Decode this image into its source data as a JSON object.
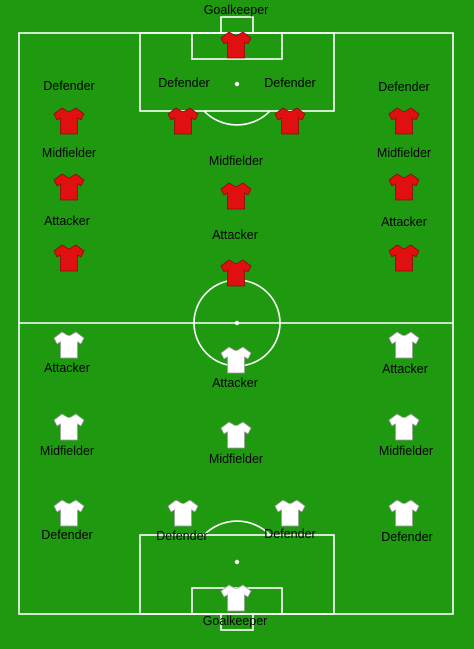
{
  "colors": {
    "pitch": "#1f9a10",
    "lines": "#ffffff",
    "home_shirt": "#e01010",
    "away_shirt": "#ffffff",
    "label": "#000000"
  },
  "home_team": {
    "shirt_color": "#e01010",
    "players": [
      {
        "role": "Goalkeeper"
      },
      {
        "role": "Defender"
      },
      {
        "role": "Defender"
      },
      {
        "role": "Defender"
      },
      {
        "role": "Defender"
      },
      {
        "role": "Midfielder"
      },
      {
        "role": "Midfielder"
      },
      {
        "role": "Midfielder"
      },
      {
        "role": "Attacker"
      },
      {
        "role": "Attacker"
      },
      {
        "role": "Attacker"
      }
    ]
  },
  "away_team": {
    "shirt_color": "#ffffff",
    "players": [
      {
        "role": "Attacker"
      },
      {
        "role": "Attacker"
      },
      {
        "role": "Attacker"
      },
      {
        "role": "Midfielder"
      },
      {
        "role": "Midfielder"
      },
      {
        "role": "Midfielder"
      },
      {
        "role": "Defender"
      },
      {
        "role": "Defender"
      },
      {
        "role": "Defender"
      },
      {
        "role": "Defender"
      },
      {
        "role": "Goalkeeper"
      }
    ]
  }
}
